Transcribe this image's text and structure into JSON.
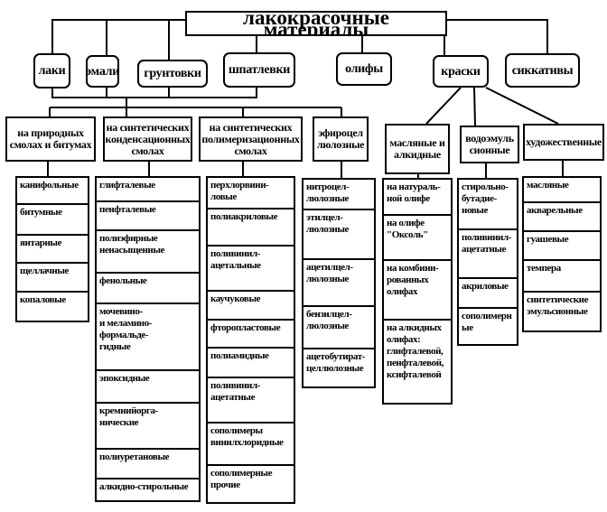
{
  "title": "лакокрасочные материалы",
  "categories": [
    "лаки",
    "эмали",
    "грунтовки",
    "шпатлевки",
    "олифы",
    "краски",
    "сиккативы"
  ],
  "binder_groups": [
    {
      "label": "на природных смолах и битумах",
      "items": [
        "канифольные",
        "битумные",
        "янтарные",
        "щеллачные",
        "копаловые"
      ]
    },
    {
      "label": "на синтетических конденсационных смолах",
      "items": [
        "глифталевые",
        "пенфталевые",
        "полиэфирные\nненасыщенные",
        "фенольные",
        "мочевино-\nи меламино-\nформальде-\nгидные",
        "эпоксидные",
        "кремнийорга-\nнические",
        "полиуретановые",
        "алкидно-стирольные"
      ]
    },
    {
      "label": "на синтетических полимеризационных смолах",
      "items": [
        "перхлорвини-\nловые",
        "полиакриловые",
        "поливинил-\nацетальные",
        "каучуковые",
        "фторопластовые",
        "полиамидные",
        "поливинил-\nацетатные",
        "сополимеры\nвинилхлоридные",
        "сополимерные\nпрочие"
      ]
    },
    {
      "label": "эфироцел люлозные",
      "items": [
        "нитроцел-\nлюлозные",
        "этилцел-\nлюлозные",
        "ацетилцел-\nлюлозные",
        "бензилцел-\nлюлозные",
        "ацетобутират-\nцеллюлозные"
      ]
    }
  ],
  "paint_groups": [
    {
      "label": "масляные и алкидные",
      "items": [
        "на натураль-\nной олифе",
        "на олифе\n\"Оксоль\"",
        "на комбини-\nрованных\nолифах",
        "на алкидных\nолифах:\nглифталевой,\nпенфталевой,\nксифталевой"
      ]
    },
    {
      "label": "водоэмуль сионные",
      "items": [
        "стирольно-\nбутадие-\nновые",
        "поливинил-\nацетатные",
        "акриловые",
        "сополимерн\nые"
      ]
    },
    {
      "label": "художественные",
      "items": [
        "масляные",
        "акварельные",
        "гуашевые",
        "темпера",
        "синтетические\nэмульсионные"
      ]
    }
  ]
}
